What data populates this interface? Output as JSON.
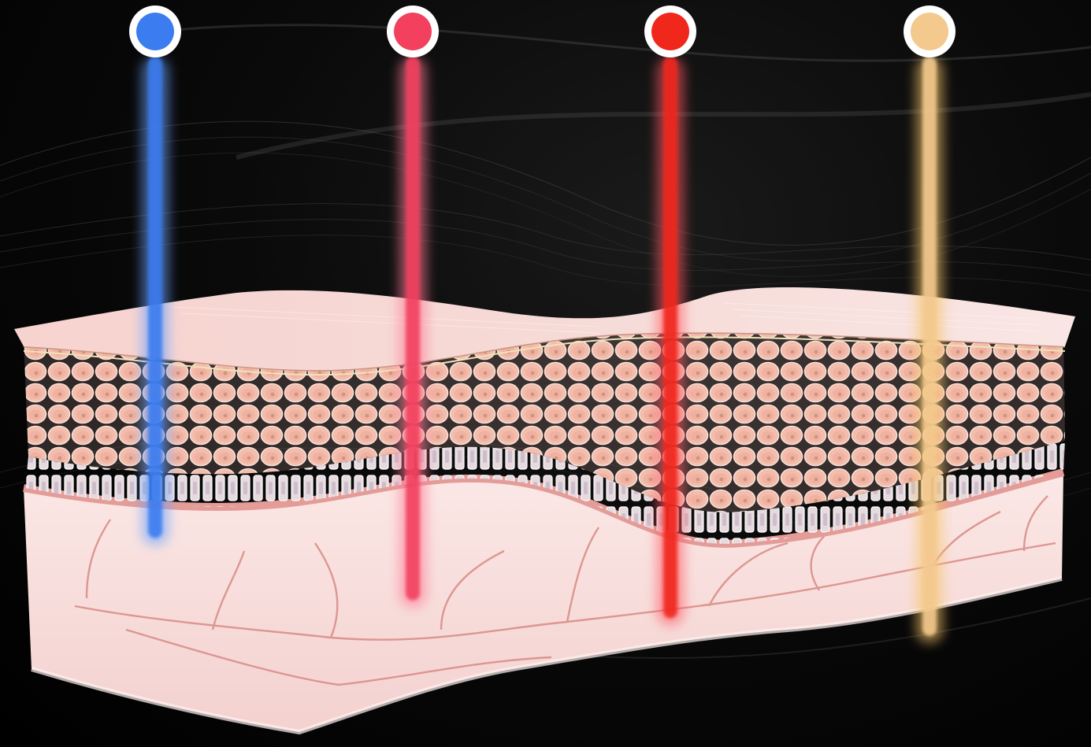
{
  "diagram": {
    "subject": "skin-layers-light-penetration",
    "layers": [
      "epidermis-surface",
      "cell-layer",
      "basal-layer",
      "dermis"
    ],
    "light_beams": [
      {
        "name": "blue-light",
        "color": "#3b7cf0",
        "glow": "#6aa3ff",
        "depth_fraction": 0.55
      },
      {
        "name": "pink-light",
        "color": "#f2405e",
        "glow": "#ff7c95",
        "depth_fraction": 0.62
      },
      {
        "name": "red-light",
        "color": "#f0281c",
        "glow": "#ff5a66",
        "depth_fraction": 0.64
      },
      {
        "name": "yellow-light",
        "color": "#f3c98e",
        "glow": "#f5c46b",
        "depth_fraction": 0.66
      }
    ]
  },
  "colors": {
    "background": "#050505",
    "skin_surface": "#f3c8c8",
    "cell": "#f1b9a8",
    "dermis": "#f6dcdc",
    "vessel": "#d98a84"
  }
}
